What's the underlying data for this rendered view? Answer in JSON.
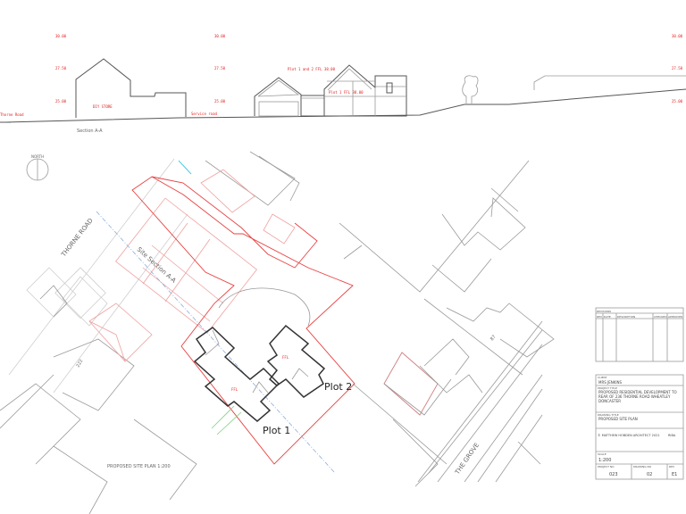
{
  "section": {
    "title": "Section A-A",
    "levels": [
      "30.00",
      "27.50",
      "25.00"
    ],
    "labels": {
      "thorne_road": "Thorne Road",
      "diy_store": "DIY STORE",
      "service_road": "Service road",
      "plot12_ffl": "Plot 1 and 2  FFL 38.00",
      "plot1_ffl": "Plot 1 FFL 38.00"
    }
  },
  "plan": {
    "north": "NORTH",
    "thorne_road": "THORNE ROAD",
    "site_section": "Site Section A-A",
    "plot1": "Plot 1",
    "plot2": "Plot 2",
    "the_grove": "THE GROVE",
    "house_87": "87",
    "house_222": "222",
    "caption": "PROPOSED SITE PLAN 1:200"
  },
  "title_block": {
    "revisions": {
      "heading": "REVISIONS",
      "columns": [
        "REV",
        "DATE",
        "DESCRIPTION",
        "CHECKED",
        "APPROVED"
      ]
    },
    "client_label": "CLIENT",
    "client": "MRS JENKINS",
    "project_label": "PROJECT TITLE",
    "project_lines": [
      "PROPOSED RESIDENTIAL DEVELOPMENT TO",
      "REAR OF 236 THORNE ROAD WHEATLEY",
      "DONCASTER"
    ],
    "drawing_label": "DRAWING TITLE",
    "drawing_title": "PROPOSED SITE PLAN",
    "copyright": "© MATTHEW HOBDEN ARCHITECT 2021",
    "riba": "RIBA",
    "scale_label": "SCALE",
    "scale": "1:200",
    "project_no_label": "PROJECT NO",
    "project_no": "023",
    "drawing_no_label": "DRAWING NO",
    "drawing_no": "02",
    "rev_label": "REV",
    "rev": "E1"
  }
}
